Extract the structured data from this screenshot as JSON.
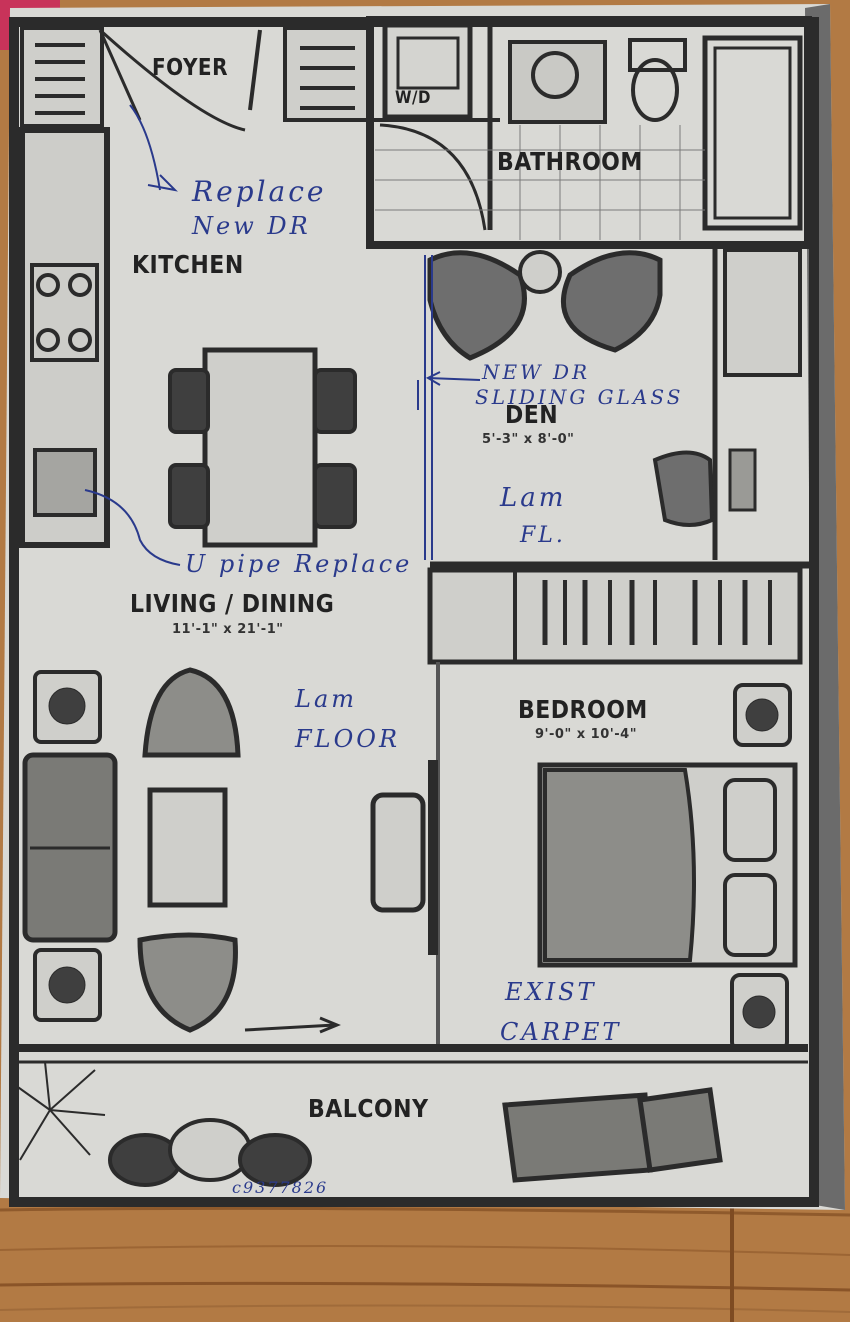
{
  "plan": {
    "rooms": {
      "foyer": "FOYER",
      "wd": "W/D",
      "bathroom": "BATHROOM",
      "kitchen": "KITCHEN",
      "den": "DEN",
      "den_dim": "5'-3\" x 8'-0\"",
      "living": "LIVING / DINING",
      "living_dim": "11'-1\" x 21'-1\"",
      "bedroom": "BEDROOM",
      "bedroom_dim": "9'-0\" x 10'-4\"",
      "balcony": "BALCONY"
    },
    "notes": {
      "replace_1": "Replace",
      "replace_2": "New DR",
      "sliding_1": "NEW DR",
      "sliding_2": "SLIDING GLASS",
      "den_floor_1": "Lam",
      "den_floor_2": "FL.",
      "pipe": "U pipe Replace",
      "living_floor_1": "Lam",
      "living_floor_2": "FLOOR",
      "carpet_1": "EXIST",
      "carpet_2": "CARPET",
      "code": "c9377826"
    }
  },
  "colors": {
    "wood": "#b07a45",
    "paper": "#dcdcd8",
    "ink": "#2a3a8c",
    "wall": "#2b2b2b"
  }
}
